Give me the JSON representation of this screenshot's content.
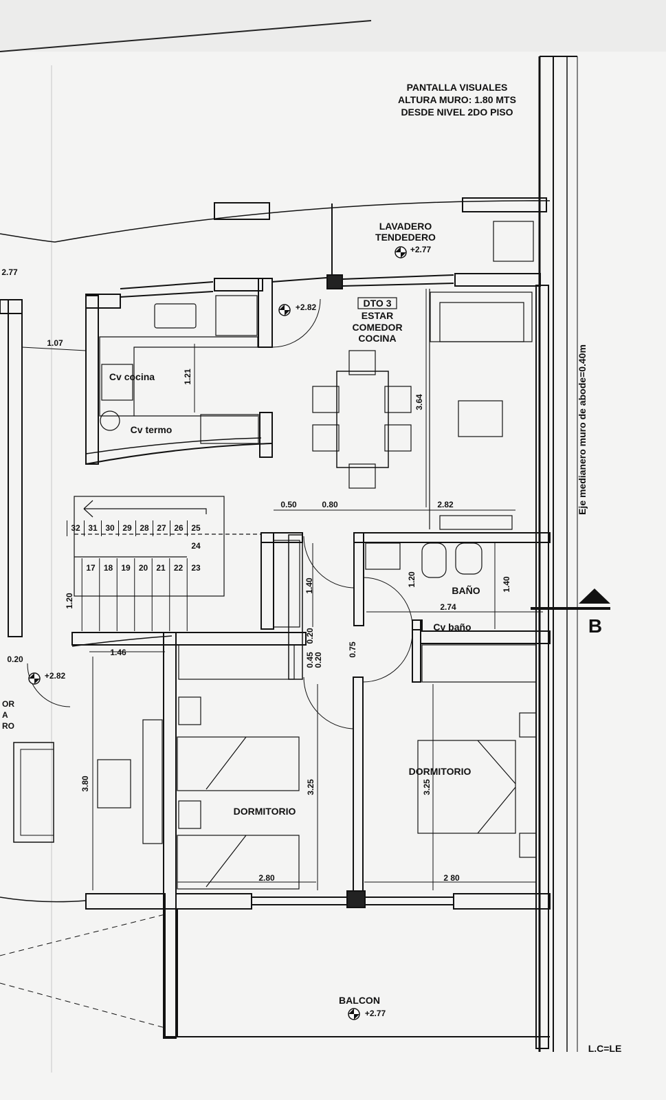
{
  "note": {
    "line1": "PANTALLA VISUALES",
    "line2": "ALTURA MURO: 1.80 MTS",
    "line3": "DESDE NIVEL 2DO PISO"
  },
  "rooms": {
    "lavadero": "LAVADERO",
    "tendedero": "TENDEDERO",
    "dto": "DTO 3",
    "estar": "ESTAR",
    "comedor": "COMEDOR",
    "cocina": "COCINA",
    "bano": "BAÑO",
    "dormitorio_left": "DORMITORIO",
    "dormitorio_right": "DORMITORIO",
    "balcon": "BALCON"
  },
  "labels": {
    "cv_cocina": "Cv cocina",
    "cv_termo": "Cv termo",
    "cv_bano": "Cv baño",
    "lc_le": "L.C=LE",
    "section_b": "B",
    "eje": "Eje medianero muro de abode=0.40m",
    "cut_or": "OR",
    "cut_a": "A",
    "cut_ro": "RO"
  },
  "levels": {
    "lavadero": "+2.77",
    "kitchen": "+2.82",
    "left_top": "2.77",
    "left_bottom": "+2.82",
    "balcon": "+2.77"
  },
  "dimensions": {
    "d107": "1.07",
    "d121": "1.21",
    "d364": "3.64",
    "d050": "0.50",
    "d080": "0.80",
    "d282": "2.82",
    "d140a": "1.40",
    "d120a": "1.20",
    "d140b": "1.40",
    "d274": "2.74",
    "d020": "0.20",
    "d045": "0.45",
    "d020b": "0.20",
    "d075": "0.75",
    "d120b": "1.20",
    "d020c": "0.20",
    "d146": "1.46",
    "d380": "3.80",
    "d325a": "3.25",
    "d280a": "2.80",
    "d325b": "3.25",
    "d280b": "2 80"
  },
  "stairs": {
    "upper": [
      "32",
      "31",
      "30",
      "29",
      "28",
      "27",
      "26",
      "25"
    ],
    "landing": "24",
    "lower": [
      "17",
      "18",
      "19",
      "20",
      "21",
      "22",
      "23"
    ]
  }
}
